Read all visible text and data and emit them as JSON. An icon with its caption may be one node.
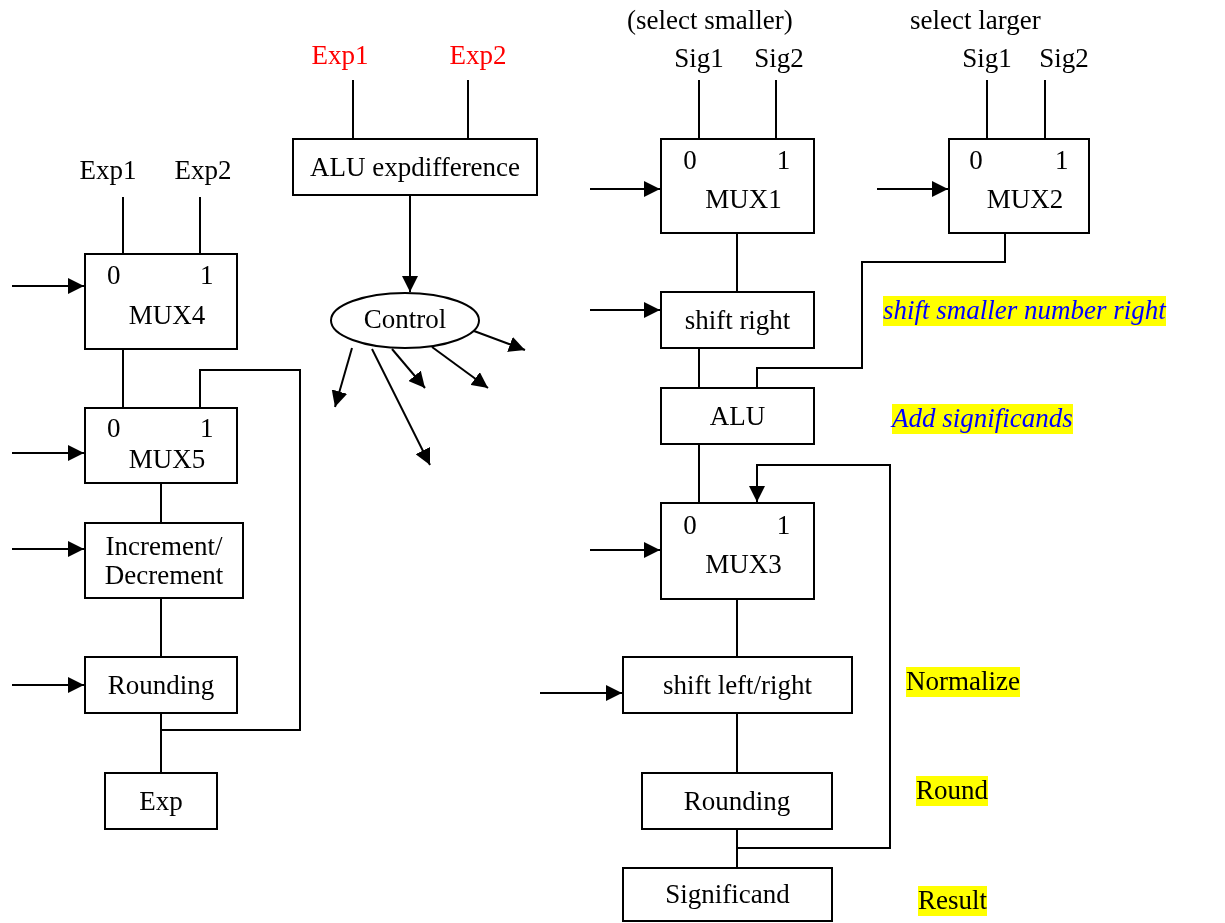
{
  "diagram": {
    "nodes": [
      {
        "text": [
          "Exp1"
        ]
      },
      {
        "text": [
          "Exp2"
        ]
      },
      {
        "text": [
          "Sig1"
        ]
      },
      {
        "text": [
          "Sig2"
        ]
      },
      {
        "text": [
          "Sig1"
        ]
      },
      {
        "text": [
          "Sig2"
        ]
      },
      {
        "text": [
          "Exp1"
        ]
      },
      {
        "text": [
          "Exp2"
        ]
      },
      {
        "text": [
          "ALU expdifference"
        ]
      },
      {
        "text": [
          "0",
          "1",
          "MUX1"
        ]
      },
      {
        "text": [
          "0",
          "1",
          "MUX2"
        ]
      },
      {
        "text": [
          "0",
          "1",
          "MUX4"
        ]
      },
      {
        "text": [
          "Control"
        ]
      },
      {
        "text": [
          "shift right"
        ]
      },
      {
        "text": [
          "ALU"
        ]
      },
      {
        "text": [
          "0",
          "1",
          "MUX5"
        ]
      },
      {
        "text": [
          "0",
          "1",
          "MUX3"
        ]
      },
      {
        "text": [
          "Increment/ Decrement"
        ]
      },
      {
        "text": [
          "Rounding"
        ]
      },
      {
        "text": [
          "shift left/right"
        ]
      },
      {
        "text": [
          "Exp"
        ]
      },
      {
        "text": [
          "Rounding"
        ]
      },
      {
        "text": [
          "Significand"
        ]
      }
    ],
    "edges": [
      {
        "from": 0,
        "to": 8,
        "arrow": "none"
      },
      {
        "from": 1,
        "to": 8,
        "arrow": "none"
      },
      {
        "from": 2,
        "to": 9,
        "arrow": "none"
      },
      {
        "from": 3,
        "to": 9,
        "arrow": "none"
      },
      {
        "from": 4,
        "to": 10,
        "arrow": "none"
      },
      {
        "from": 5,
        "to": 10,
        "arrow": "none"
      },
      {
        "from": 6,
        "to": 11,
        "arrow": "none"
      },
      {
        "from": 7,
        "to": 11,
        "arrow": "none"
      },
      {
        "from": 8,
        "to": 12,
        "arrow": "to"
      },
      {
        "from": 12,
        "to": null,
        "arrow": "to"
      },
      {
        "from": 12,
        "to": null,
        "arrow": "to"
      },
      {
        "from": 12,
        "to": null,
        "arrow": "to"
      },
      {
        "from": 12,
        "to": null,
        "arrow": "to"
      },
      {
        "from": 12,
        "to": null,
        "arrow": "to"
      },
      {
        "from": null,
        "to": 11,
        "arrow": "to"
      },
      {
        "from": null,
        "to": 15,
        "arrow": "to"
      },
      {
        "from": null,
        "to": 17,
        "arrow": "to"
      },
      {
        "from": null,
        "to": 18,
        "arrow": "to"
      },
      {
        "from": null,
        "to": 9,
        "arrow": "to"
      },
      {
        "from": null,
        "to": 10,
        "arrow": "to"
      },
      {
        "from": null,
        "to": 13,
        "arrow": "to"
      },
      {
        "from": null,
        "to": 16,
        "arrow": "to"
      },
      {
        "from": null,
        "to": 19,
        "arrow": "to"
      },
      {
        "from": 11,
        "to": 15,
        "arrow": "none"
      },
      {
        "from": 15,
        "to": 17,
        "arrow": "none"
      },
      {
        "from": 17,
        "to": 18,
        "arrow": "none"
      },
      {
        "from": 18,
        "to": 20,
        "arrow": "none"
      },
      {
        "from": 18,
        "to": 15,
        "arrow": "none"
      },
      {
        "from": 9,
        "to": 13,
        "arrow": "none"
      },
      {
        "from": 13,
        "to": 14,
        "arrow": "none"
      },
      {
        "from": 10,
        "to": 14,
        "arrow": "none"
      },
      {
        "from": 14,
        "to": 16,
        "arrow": "none"
      },
      {
        "from": 16,
        "to": 19,
        "arrow": "none"
      },
      {
        "from": 19,
        "to": 21,
        "arrow": "none"
      },
      {
        "from": 21,
        "to": 22,
        "arrow": "none"
      },
      {
        "from": 21,
        "to": 16,
        "arrow": "to"
      }
    ],
    "labels": [
      "(select smaller)",
      "select larger",
      "shift smaller number right",
      "Add significands",
      "Normalize",
      "Round",
      "Result"
    ]
  }
}
